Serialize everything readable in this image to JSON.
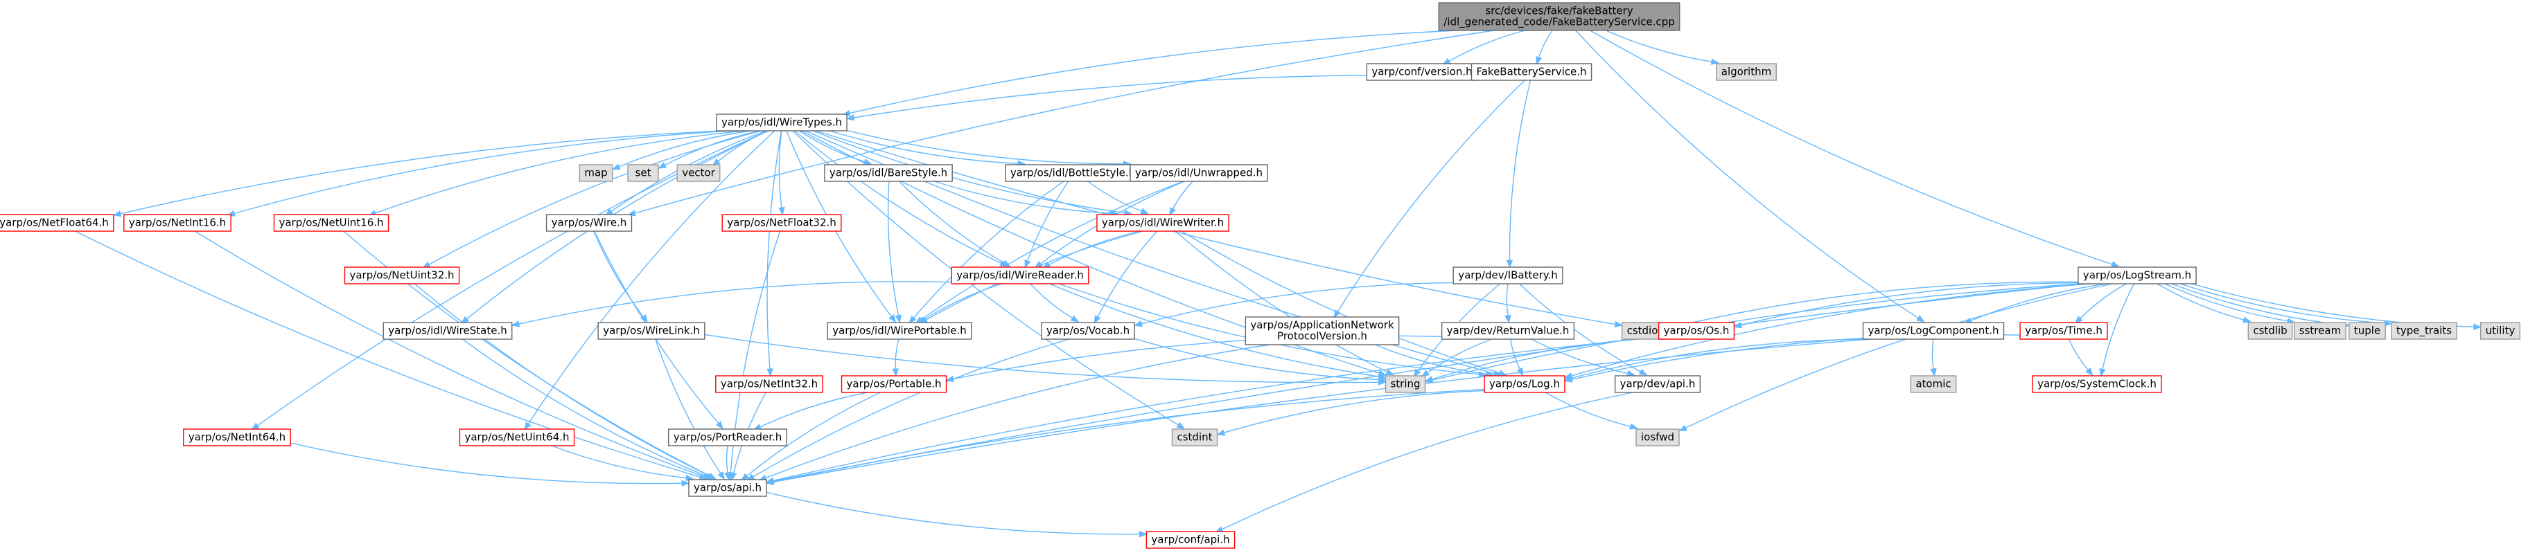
{
  "diagram": {
    "colors": {
      "background": "#ffffff",
      "edge": "#63b8ff",
      "root_fill": "#999999",
      "root_border": "#666666",
      "node_fill": "#ffffff",
      "node_border": "#666666",
      "missing_border": "#ff0000",
      "system_fill": "#e0e0e0",
      "system_border": "#999999"
    },
    "nodes": [
      {
        "id": "root",
        "lines": [
          "src/devices/fake/fakeBattery",
          "/idl_generated_code/FakeBatteryService.cpp"
        ],
        "kind": "root"
      },
      {
        "id": "confversion",
        "lines": [
          "yarp/conf/version.h"
        ],
        "kind": "normal"
      },
      {
        "id": "fakebatsvc",
        "lines": [
          "FakeBatteryService.h"
        ],
        "kind": "normal"
      },
      {
        "id": "algorithm",
        "lines": [
          "algorithm"
        ],
        "kind": "system"
      },
      {
        "id": "wiretypes",
        "lines": [
          "yarp/os/idl/WireTypes.h"
        ],
        "kind": "normal"
      },
      {
        "id": "map",
        "lines": [
          "map"
        ],
        "kind": "system"
      },
      {
        "id": "set",
        "lines": [
          "set"
        ],
        "kind": "system"
      },
      {
        "id": "vector",
        "lines": [
          "vector"
        ],
        "kind": "system"
      },
      {
        "id": "barestyle",
        "lines": [
          "yarp/os/idl/BareStyle.h"
        ],
        "kind": "normal"
      },
      {
        "id": "bottlestyle",
        "lines": [
          "yarp/os/idl/BottleStyle.h"
        ],
        "kind": "normal"
      },
      {
        "id": "unwrapped",
        "lines": [
          "yarp/os/idl/Unwrapped.h"
        ],
        "kind": "normal"
      },
      {
        "id": "netfloat64",
        "lines": [
          "yarp/os/NetFloat64.h"
        ],
        "kind": "missing"
      },
      {
        "id": "netint16",
        "lines": [
          "yarp/os/NetInt16.h"
        ],
        "kind": "missing"
      },
      {
        "id": "netuint16",
        "lines": [
          "yarp/os/NetUint16.h"
        ],
        "kind": "missing"
      },
      {
        "id": "wire",
        "lines": [
          "yarp/os/Wire.h"
        ],
        "kind": "normal"
      },
      {
        "id": "netfloat32",
        "lines": [
          "yarp/os/NetFloat32.h"
        ],
        "kind": "missing"
      },
      {
        "id": "wirewriter",
        "lines": [
          "yarp/os/idl/WireWriter.h"
        ],
        "kind": "missing"
      },
      {
        "id": "netuint32",
        "lines": [
          "yarp/os/NetUint32.h"
        ],
        "kind": "missing"
      },
      {
        "id": "wirereader",
        "lines": [
          "yarp/os/idl/WireReader.h"
        ],
        "kind": "missing"
      },
      {
        "id": "ibattery",
        "lines": [
          "yarp/dev/IBattery.h"
        ],
        "kind": "normal"
      },
      {
        "id": "logstream",
        "lines": [
          "yarp/os/LogStream.h"
        ],
        "kind": "normal"
      },
      {
        "id": "wirestate",
        "lines": [
          "yarp/os/idl/WireState.h"
        ],
        "kind": "normal"
      },
      {
        "id": "wirelink",
        "lines": [
          "yarp/os/WireLink.h"
        ],
        "kind": "normal"
      },
      {
        "id": "wireportable",
        "lines": [
          "yarp/os/idl/WirePortable.h"
        ],
        "kind": "normal"
      },
      {
        "id": "vocab",
        "lines": [
          "yarp/os/Vocab.h"
        ],
        "kind": "normal"
      },
      {
        "id": "appnetproto",
        "lines": [
          "yarp/os/ApplicationNetwork",
          "ProtocolVersion.h"
        ],
        "kind": "normal"
      },
      {
        "id": "returnvalue",
        "lines": [
          "yarp/dev/ReturnValue.h"
        ],
        "kind": "normal"
      },
      {
        "id": "cstdio",
        "lines": [
          "cstdio"
        ],
        "kind": "system"
      },
      {
        "id": "os_h",
        "lines": [
          "yarp/os/Os.h"
        ],
        "kind": "missing"
      },
      {
        "id": "logcomponent",
        "lines": [
          "yarp/os/LogComponent.h"
        ],
        "kind": "normal"
      },
      {
        "id": "time_h",
        "lines": [
          "yarp/os/Time.h"
        ],
        "kind": "missing"
      },
      {
        "id": "cstdlib",
        "lines": [
          "cstdlib"
        ],
        "kind": "system"
      },
      {
        "id": "sstream",
        "lines": [
          "sstream"
        ],
        "kind": "system"
      },
      {
        "id": "tuple",
        "lines": [
          "tuple"
        ],
        "kind": "system"
      },
      {
        "id": "type_traits",
        "lines": [
          "type_traits"
        ],
        "kind": "system"
      },
      {
        "id": "utility",
        "lines": [
          "utility"
        ],
        "kind": "system"
      },
      {
        "id": "netint32",
        "lines": [
          "yarp/os/NetInt32.h"
        ],
        "kind": "missing"
      },
      {
        "id": "portable",
        "lines": [
          "yarp/os/Portable.h"
        ],
        "kind": "missing"
      },
      {
        "id": "string",
        "lines": [
          "string"
        ],
        "kind": "system"
      },
      {
        "id": "log",
        "lines": [
          "yarp/os/Log.h"
        ],
        "kind": "missing"
      },
      {
        "id": "devapi",
        "lines": [
          "yarp/dev/api.h"
        ],
        "kind": "normal"
      },
      {
        "id": "atomic",
        "lines": [
          "atomic"
        ],
        "kind": "system"
      },
      {
        "id": "systemclock",
        "lines": [
          "yarp/os/SystemClock.h"
        ],
        "kind": "missing"
      },
      {
        "id": "netint64",
        "lines": [
          "yarp/os/NetInt64.h"
        ],
        "kind": "missing"
      },
      {
        "id": "netuint64",
        "lines": [
          "yarp/os/NetUint64.h"
        ],
        "kind": "missing"
      },
      {
        "id": "cstdint",
        "lines": [
          "cstdint"
        ],
        "kind": "system"
      },
      {
        "id": "portreader",
        "lines": [
          "yarp/os/PortReader.h"
        ],
        "kind": "normal"
      },
      {
        "id": "iosfwd",
        "lines": [
          "iosfwd"
        ],
        "kind": "system"
      },
      {
        "id": "osapi",
        "lines": [
          "yarp/os/api.h"
        ],
        "kind": "normal"
      },
      {
        "id": "confapi",
        "lines": [
          "yarp/conf/api.h"
        ],
        "kind": "missing"
      }
    ],
    "edges": [
      [
        "root",
        "confversion"
      ],
      [
        "root",
        "fakebatsvc"
      ],
      [
        "root",
        "algorithm"
      ],
      [
        "root",
        "wiretypes"
      ],
      [
        "root",
        "wire"
      ],
      [
        "root",
        "logstream"
      ],
      [
        "root",
        "logcomponent"
      ],
      [
        "fakebatsvc",
        "wiretypes"
      ],
      [
        "fakebatsvc",
        "ibattery"
      ],
      [
        "fakebatsvc",
        "appnetproto"
      ],
      [
        "wiretypes",
        "map"
      ],
      [
        "wiretypes",
        "set"
      ],
      [
        "wiretypes",
        "vector"
      ],
      [
        "wiretypes",
        "barestyle"
      ],
      [
        "wiretypes",
        "bottlestyle"
      ],
      [
        "wiretypes",
        "unwrapped"
      ],
      [
        "wiretypes",
        "netfloat64"
      ],
      [
        "wiretypes",
        "netint16"
      ],
      [
        "wiretypes",
        "netuint16"
      ],
      [
        "wiretypes",
        "netuint32"
      ],
      [
        "wiretypes",
        "wire"
      ],
      [
        "wiretypes",
        "netfloat32"
      ],
      [
        "wiretypes",
        "wirewriter"
      ],
      [
        "wiretypes",
        "wirereader"
      ],
      [
        "wiretypes",
        "wirestate"
      ],
      [
        "wiretypes",
        "wireportable"
      ],
      [
        "wiretypes",
        "netint64"
      ],
      [
        "wiretypes",
        "netuint64"
      ],
      [
        "wiretypes",
        "netint32"
      ],
      [
        "wiretypes",
        "string"
      ],
      [
        "wiretypes",
        "cstdint"
      ],
      [
        "wiretypes",
        "cstdio"
      ],
      [
        "wiretypes",
        "log"
      ],
      [
        "barestyle",
        "wirereader"
      ],
      [
        "barestyle",
        "wirewriter"
      ],
      [
        "barestyle",
        "wireportable"
      ],
      [
        "bottlestyle",
        "wirereader"
      ],
      [
        "bottlestyle",
        "wirewriter"
      ],
      [
        "bottlestyle",
        "wireportable"
      ],
      [
        "unwrapped",
        "wirereader"
      ],
      [
        "unwrapped",
        "wirewriter"
      ],
      [
        "unwrapped",
        "wireportable"
      ],
      [
        "wirewriter",
        "wirereader"
      ],
      [
        "wirewriter",
        "wireportable"
      ],
      [
        "wirewriter",
        "vocab"
      ],
      [
        "wirewriter",
        "string"
      ],
      [
        "wirewriter",
        "log"
      ],
      [
        "wirereader",
        "wirestate"
      ],
      [
        "wirereader",
        "wireportable"
      ],
      [
        "wirereader",
        "vocab"
      ],
      [
        "wirereader",
        "string"
      ],
      [
        "wirereader",
        "log"
      ],
      [
        "wire",
        "wirelink"
      ],
      [
        "wire",
        "portreader"
      ],
      [
        "wirelink",
        "osapi"
      ],
      [
        "wirelink",
        "string"
      ],
      [
        "wirestate",
        "osapi"
      ],
      [
        "wireportable",
        "portable"
      ],
      [
        "vocab",
        "osapi"
      ],
      [
        "vocab",
        "string"
      ],
      [
        "appnetproto",
        "osapi"
      ],
      [
        "appnetproto",
        "log"
      ],
      [
        "ibattery",
        "vocab"
      ],
      [
        "ibattery",
        "devapi"
      ],
      [
        "ibattery",
        "string"
      ],
      [
        "ibattery",
        "returnvalue"
      ],
      [
        "returnvalue",
        "devapi"
      ],
      [
        "returnvalue",
        "log"
      ],
      [
        "returnvalue",
        "portable"
      ],
      [
        "returnvalue",
        "string"
      ],
      [
        "logstream",
        "cstdio"
      ],
      [
        "logstream",
        "os_h"
      ],
      [
        "logstream",
        "logcomponent"
      ],
      [
        "logstream",
        "time_h"
      ],
      [
        "logstream",
        "cstdlib"
      ],
      [
        "logstream",
        "sstream"
      ],
      [
        "logstream",
        "tuple"
      ],
      [
        "logstream",
        "type_traits"
      ],
      [
        "logstream",
        "utility"
      ],
      [
        "logstream",
        "string"
      ],
      [
        "logstream",
        "log"
      ],
      [
        "logstream",
        "osapi"
      ],
      [
        "logstream",
        "iosfwd"
      ],
      [
        "logstream",
        "systemclock"
      ],
      [
        "os_h",
        "osapi"
      ],
      [
        "os_h",
        "string"
      ],
      [
        "logcomponent",
        "atomic"
      ],
      [
        "logcomponent",
        "log"
      ],
      [
        "logcomponent",
        "osapi"
      ],
      [
        "time_h",
        "systemclock"
      ],
      [
        "time_h",
        "log"
      ],
      [
        "log",
        "osapi"
      ],
      [
        "log",
        "iosfwd"
      ],
      [
        "log",
        "cstdint"
      ],
      [
        "portable",
        "portreader"
      ],
      [
        "portable",
        "osapi"
      ],
      [
        "portreader",
        "osapi"
      ],
      [
        "devapi",
        "confapi"
      ],
      [
        "netfloat64",
        "osapi"
      ],
      [
        "netint16",
        "osapi"
      ],
      [
        "netuint16",
        "osapi"
      ],
      [
        "netuint32",
        "osapi"
      ],
      [
        "netfloat32",
        "osapi"
      ],
      [
        "netint32",
        "osapi"
      ],
      [
        "netint64",
        "osapi"
      ],
      [
        "netuint64",
        "osapi"
      ],
      [
        "osapi",
        "confapi"
      ]
    ]
  }
}
